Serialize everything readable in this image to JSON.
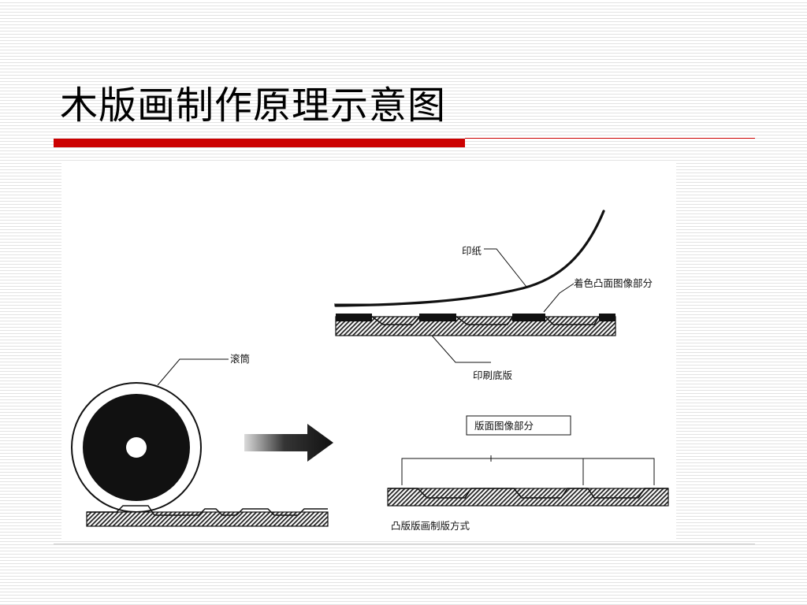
{
  "slide": {
    "title": "木版画制作原理示意图"
  },
  "diagram": {
    "labels": {
      "paper": "印纸",
      "inked_relief": "着色凸面图像部分",
      "base_plate": "印刷底版",
      "roller": "滚筒",
      "image_part": "版面图像部分",
      "method": "凸版版画制版方式"
    }
  },
  "colors": {
    "accent_red": "#cc0000",
    "ink": "#111111"
  }
}
